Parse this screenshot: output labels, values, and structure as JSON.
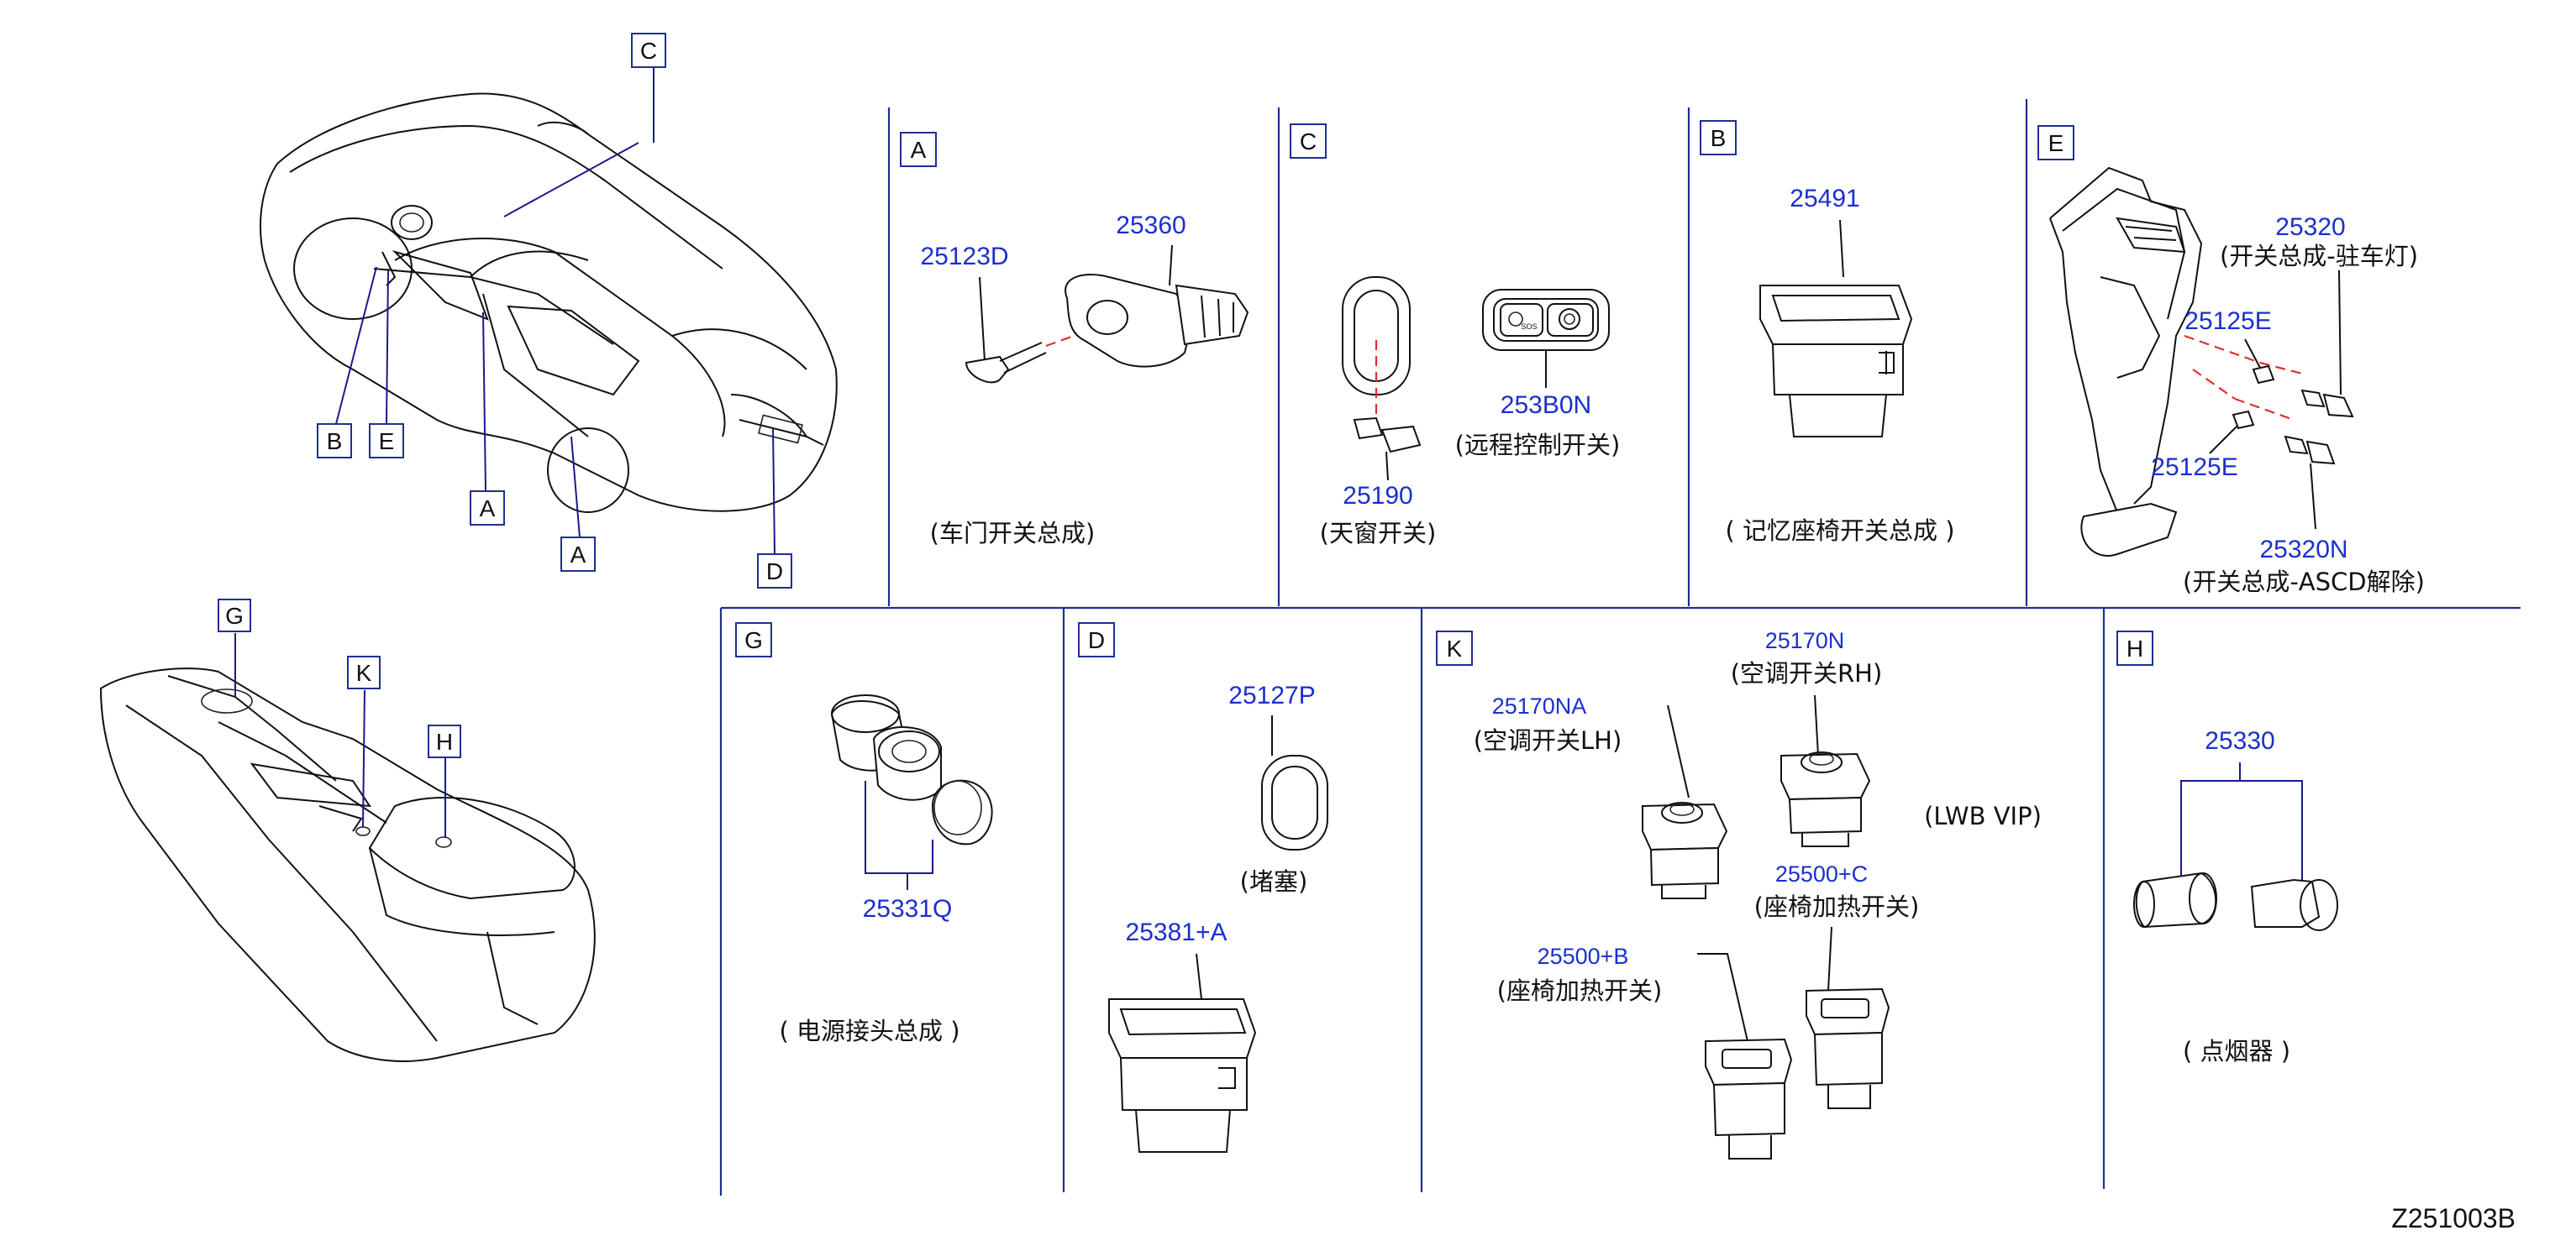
{
  "overview": {
    "callouts_car": [
      "C",
      "B",
      "E",
      "A",
      "A",
      "D"
    ],
    "callouts_console": [
      "G",
      "K",
      "H"
    ]
  },
  "panels": {
    "A": {
      "letter": "A",
      "part1": "25123D",
      "part2": "25360",
      "caption": "(车门开关总成)"
    },
    "C": {
      "letter": "C",
      "part1": "25190",
      "caption1": "(天窗开关)",
      "part2": "253B0N",
      "caption2": "(远程控制开关)",
      "sos": "SOS"
    },
    "B": {
      "letter": "B",
      "part1": "25491",
      "caption": "( 记忆座椅开关总成 )"
    },
    "E": {
      "letter": "E",
      "part1": "25320",
      "caption1": "(开关总成-驻车灯)",
      "part2": "25125E",
      "part3": "25125E",
      "part4": "25320N",
      "caption4": "(开关总成-ASCD解除)"
    },
    "G": {
      "letter": "G",
      "part1": "25331Q",
      "caption": "( 电源接头总成 )"
    },
    "D": {
      "letter": "D",
      "part1": "25127P",
      "caption1": "(堵塞)",
      "part2": "25381+A"
    },
    "K": {
      "letter": "K",
      "part1": "25170N",
      "caption1": "(空调开关RH)",
      "part2": "25170NA",
      "caption2": "(空调开关LH)",
      "note": "(LWB   VIP)",
      "part3": "25500+C",
      "caption3": "(座椅加热开关)",
      "part4": "25500+B",
      "caption4": "(座椅加热开关)"
    },
    "H": {
      "letter": "H",
      "part1": "25330",
      "caption": "( 点烟器 )"
    }
  },
  "diagram_code": "Z251003B",
  "colors": {
    "part_number": "#1a2fd0",
    "separator": "#1f2f8f",
    "dashed_guide": "#e03030"
  }
}
